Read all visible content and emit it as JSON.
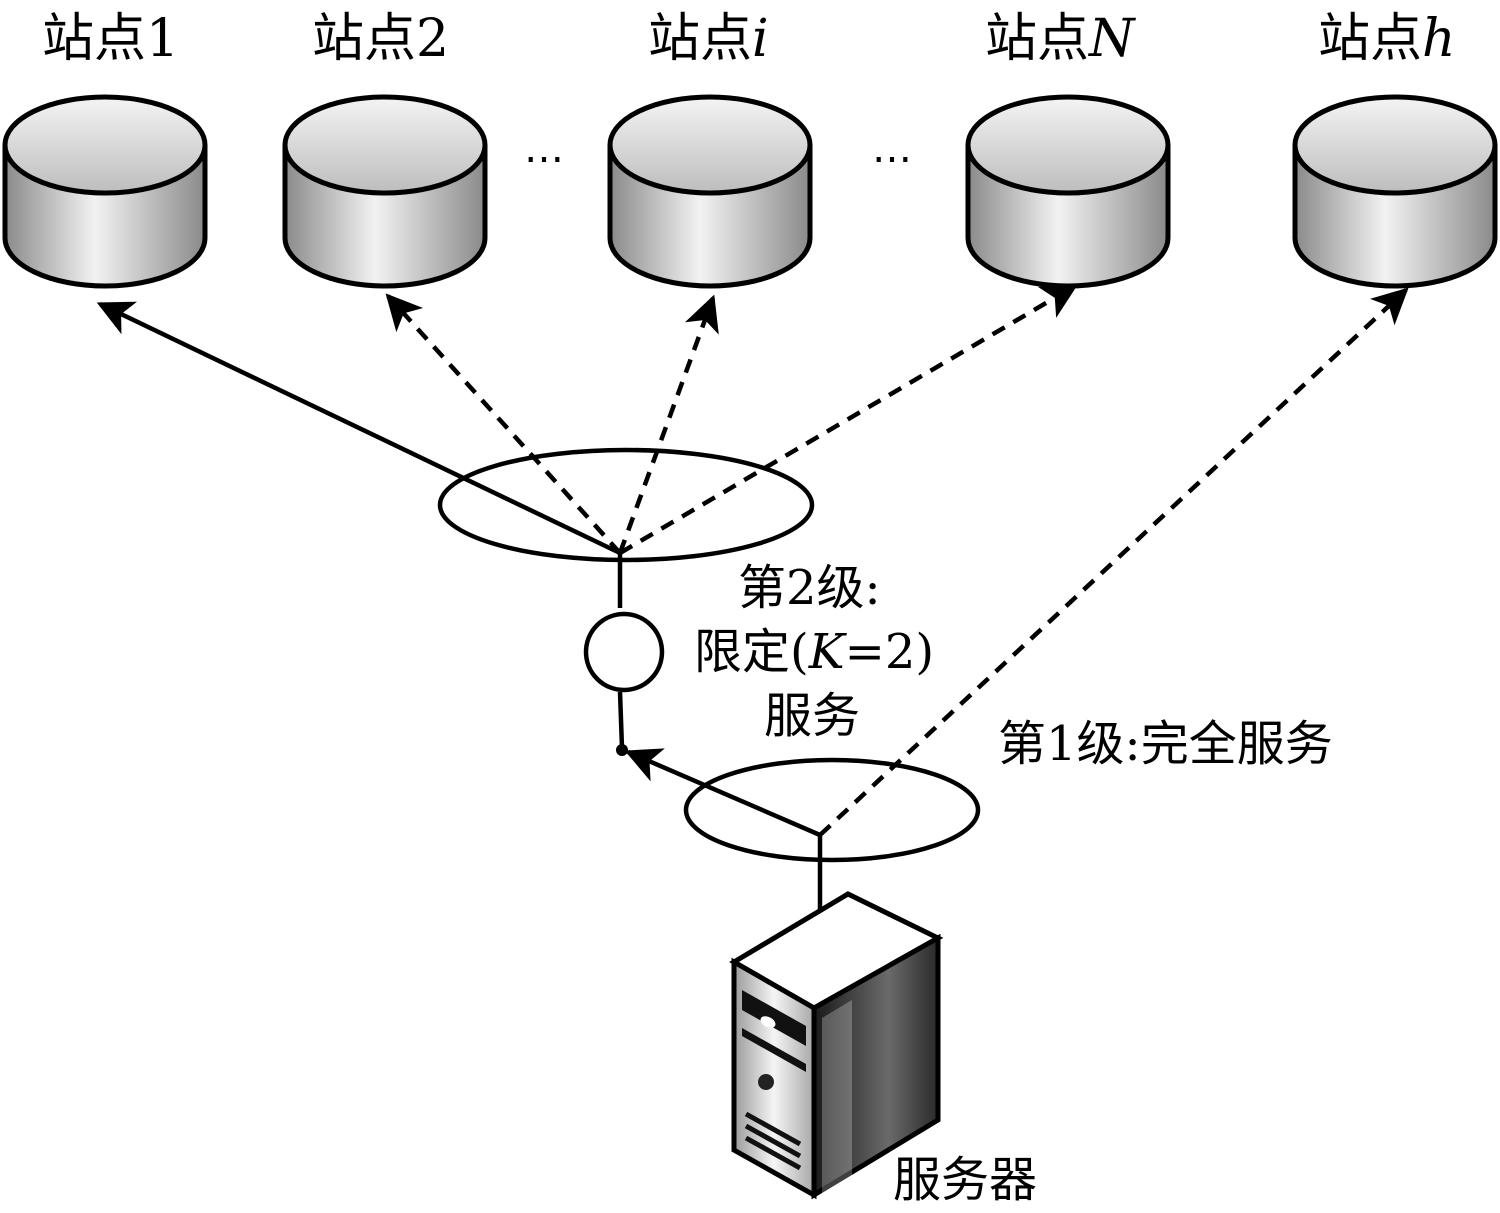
{
  "sites": [
    {
      "prefix": "站点",
      "suffix": "1",
      "italic": false
    },
    {
      "prefix": "站点",
      "suffix": "2",
      "italic": false
    },
    {
      "prefix": "站点",
      "suffix": "i",
      "italic": true
    },
    {
      "prefix": "站点",
      "suffix": "N",
      "italic": true
    },
    {
      "prefix": "站点",
      "suffix": "h",
      "italic": true
    }
  ],
  "ellipsis": "…",
  "level2": {
    "line1": "第2级:",
    "line2_pre": "限定(",
    "line2_k": "K",
    "line2_post": "=2)",
    "line3": "服务"
  },
  "level1": "第1级:完全服务",
  "server_label": "服务器",
  "colors": {
    "cylinder_dark": "#8a8a8a",
    "cylinder_light": "#f2f2f2",
    "line": "#000000"
  },
  "icons": {
    "site": "database-cylinder-icon",
    "server": "server-tower-icon",
    "queue": "queue-circle-icon"
  }
}
